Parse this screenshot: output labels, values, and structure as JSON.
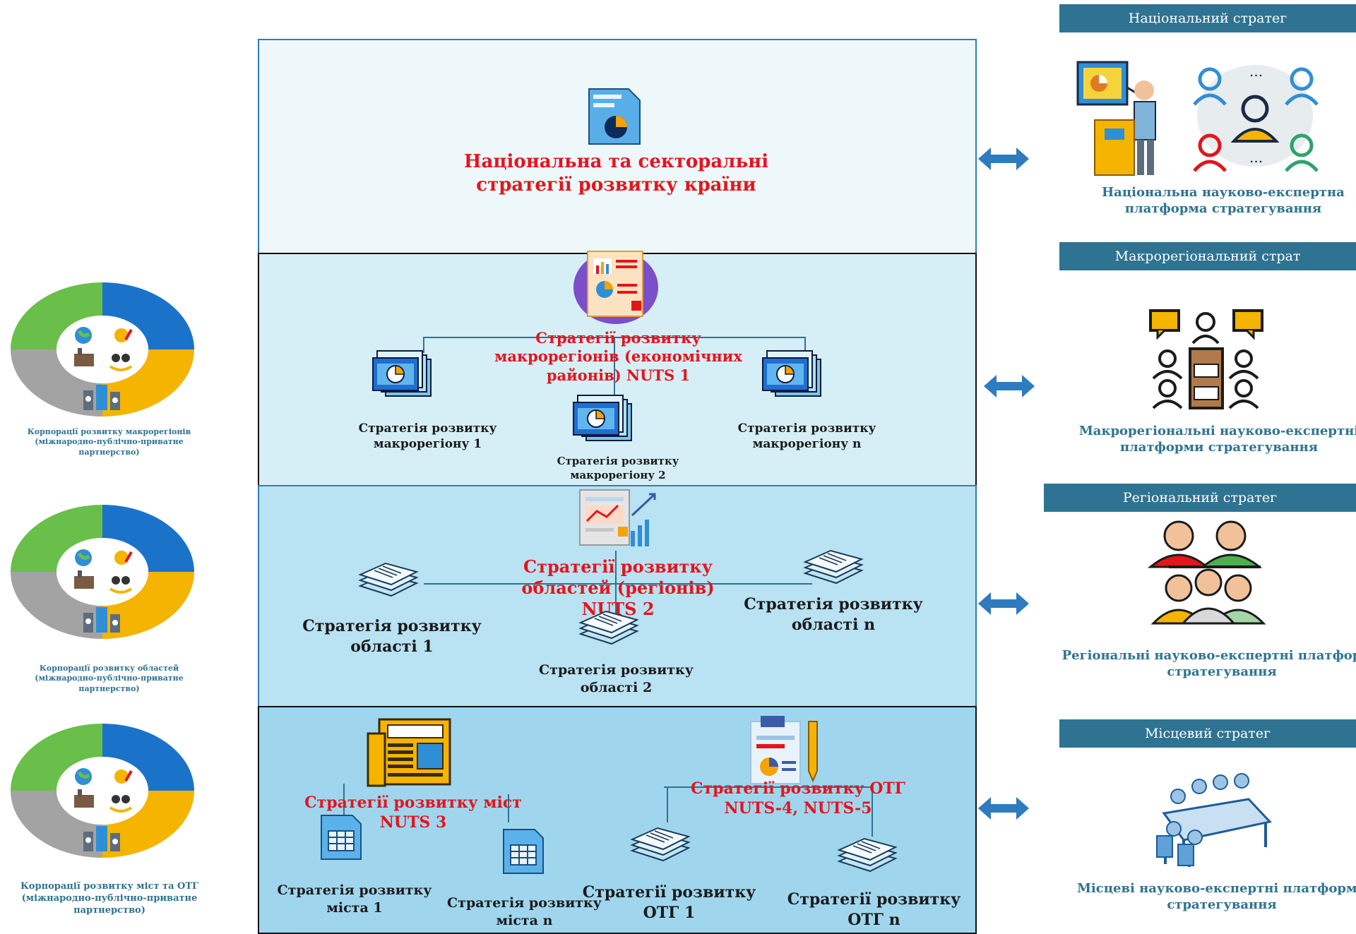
{
  "levels": {
    "national": {
      "title": "Національна та секторальні стратегії розвитку країни"
    },
    "macro": {
      "title": "Стратегії розвитку макрорегіонів (економічних районів) NUTS 1",
      "item1": "Стратегія розвитку макрорегіону 1",
      "item2": "Стратегія розвитку макрорегіону 2",
      "itemN": "Стратегія розвитку макрорегіону n"
    },
    "regional": {
      "title": "Стратегії розвитку областей (регіонів) NUTS 2",
      "item1": "Стратегія розвитку області 1",
      "item2": "Стратегія розвитку області 2",
      "itemN": "Стратегія розвитку області n"
    },
    "local": {
      "cities_title": "Стратегії розвитку міст NUTS 3",
      "otg_title": "Стратегії розвитку ОТГ NUTS-4, NUTS-5",
      "city1": "Стратегія розвитку міста 1",
      "cityN": "Стратегія розвитку міста n",
      "otg1": "Стратегії розвитку ОТГ 1",
      "otgN": "Стратегії розвитку ОТГ n"
    }
  },
  "right": {
    "national": {
      "header": "Національний стратег",
      "platform": "Національна науково-експертна платформа стратегування"
    },
    "macro": {
      "header": "Макрорегіональний страт",
      "platform": "Макрорегіональні науково-експертні платформи стратегування"
    },
    "regional": {
      "header": "Регіональний стратег",
      "platform": "Регіональні науково-експертні платформи стратегування"
    },
    "local": {
      "header": "Місцевий стратег",
      "platform": "Місцеві науково-експертні платформи стратегування"
    }
  },
  "left": {
    "corp1": "Корпорації розвитку макрорегіонів (міжнародно-публічно-приватне партнерство)",
    "corp2": "Корпорації розвитку областей (міжнародно-публічно-приватне партнерство)",
    "corp3": "Корпорації розвитку міст та ОТГ (міжнародно-публічно-приватне партнерство)"
  },
  "colors": {
    "red": "#e5141b",
    "teal_header": "#2e7391",
    "level1_bg": "#eef8fb",
    "level2_bg": "#d6eff7",
    "level3_bg": "#b9e2f3",
    "level4_bg": "#9fd6ee",
    "arrow": "#2e7bbf",
    "wheel_green": "#6abf4b",
    "wheel_blue": "#1b73c9",
    "wheel_yellow": "#f4b400",
    "wheel_gray": "#a3a3a3"
  },
  "icons": [
    "report-pie-icon",
    "dashboard-report-icon",
    "presentation-icon",
    "stack-papers-icon",
    "analytics-report-icon",
    "newspaper-icon",
    "spreadsheet-icon",
    "pen-document-icon",
    "lecturer-icon",
    "network-people-icon",
    "meeting-speakers-icon",
    "group-icon",
    "boardroom-icon",
    "bidirectional-arrow-icon",
    "partnership-wheel-icon"
  ]
}
